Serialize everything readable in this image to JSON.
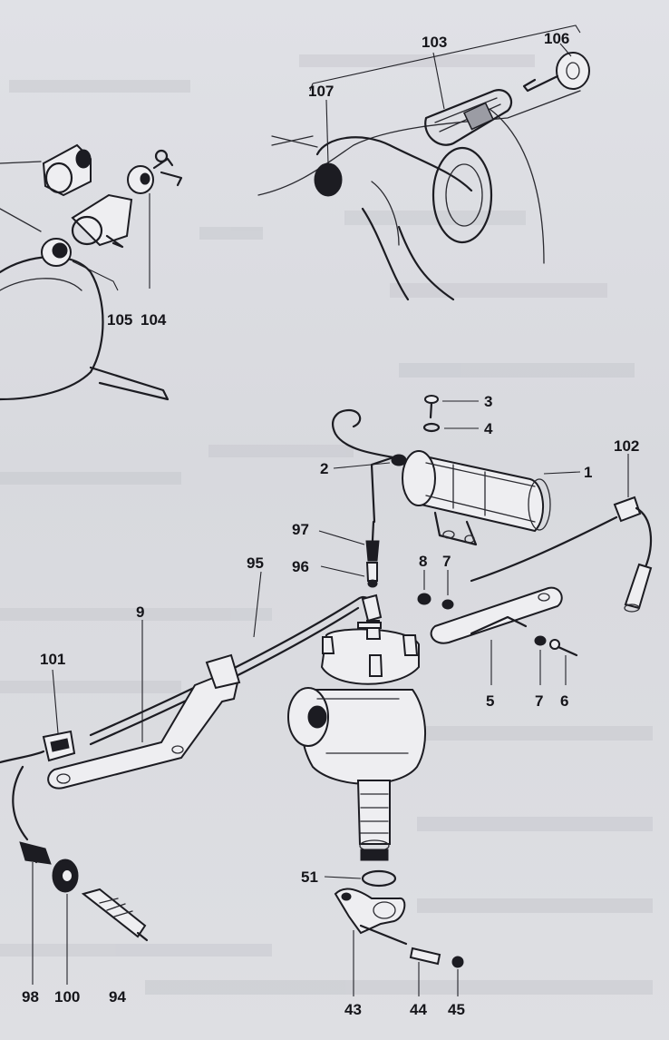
{
  "labels": {
    "l103": "103",
    "l106": "106",
    "l107": "107",
    "l105": "105",
    "l104": "104",
    "l3": "3",
    "l4": "4",
    "l2": "2",
    "l1": "1",
    "l102": "102",
    "l97": "97",
    "l96": "96",
    "l95": "95",
    "l8": "8",
    "l7a": "7",
    "l9": "9",
    "l101": "101",
    "l5": "5",
    "l7b": "7",
    "l6": "6",
    "l51": "51",
    "l98": "98",
    "l100": "100",
    "l94": "94",
    "l43": "43",
    "l44": "44",
    "l45": "45"
  }
}
